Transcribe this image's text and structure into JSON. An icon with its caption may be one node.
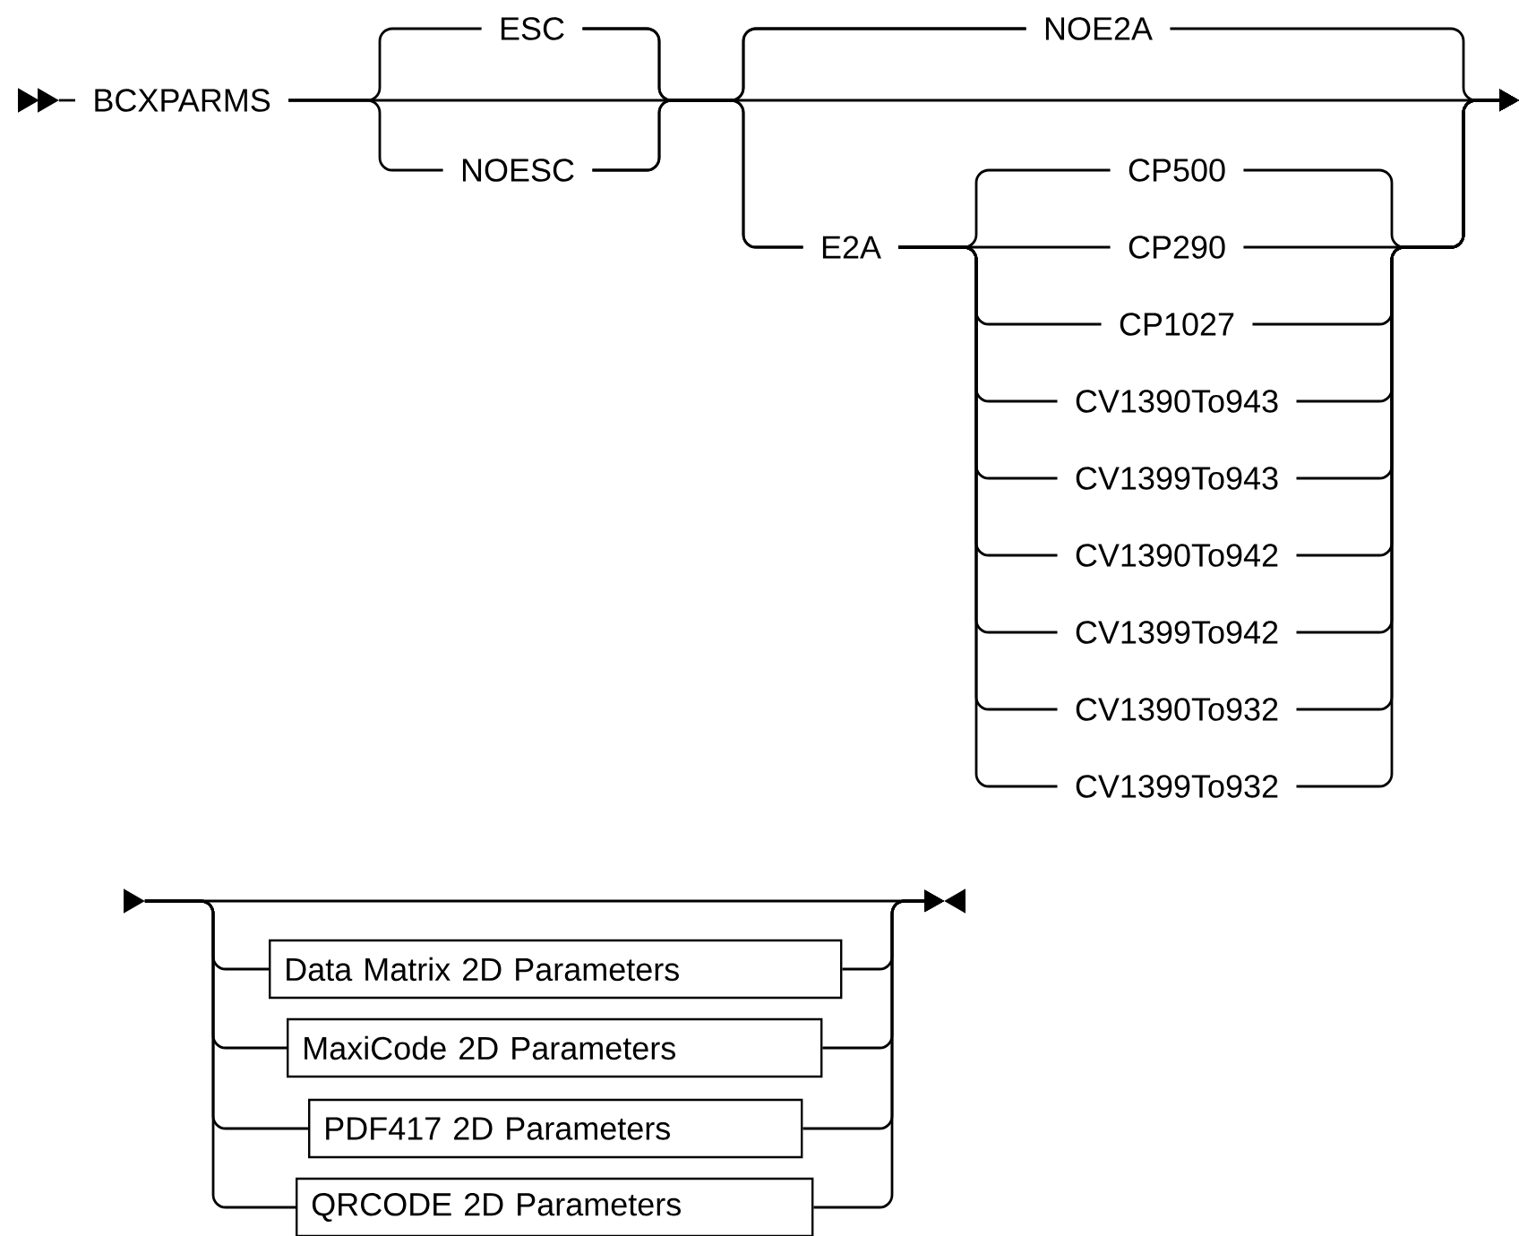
{
  "diagram": {
    "nodes": [
      {
        "text": [
          "BCXPARMS"
        ]
      },
      {
        "text": [
          "ESC"
        ]
      },
      {
        "text": [
          "NOESC"
        ]
      },
      {
        "text": [
          "NOE2A"
        ]
      },
      {
        "text": [
          "E2A"
        ]
      },
      {
        "text": [
          "CP500"
        ]
      },
      {
        "text": [
          "CP290"
        ]
      },
      {
        "text": [
          "CP1027"
        ]
      },
      {
        "text": [
          "CV1390To943"
        ]
      },
      {
        "text": [
          "CV1399To943"
        ]
      },
      {
        "text": [
          "CV1390To942"
        ]
      },
      {
        "text": [
          "CV1399To942"
        ]
      },
      {
        "text": [
          "CV1390To932"
        ]
      },
      {
        "text": [
          "CV1399To932"
        ]
      },
      {
        "text": [
          "Data Matrix 2D Parameters"
        ]
      },
      {
        "text": [
          "MaxiCode 2D Parameters"
        ]
      },
      {
        "text": [
          "PDF417 2D Parameters"
        ]
      },
      {
        "text": [
          "QRCODE 2D Parameters"
        ]
      },
      {
        "text": [],
        "shape": "triangle"
      },
      {
        "text": [],
        "shape": "triangle"
      },
      {
        "text": [],
        "shape": "triangle"
      },
      {
        "text": [],
        "shape": "triangle"
      }
    ],
    "edges": [
      {
        "from": 0,
        "to": 1,
        "arrow": "none"
      },
      {
        "from": 0,
        "to": 2,
        "arrow": "none"
      },
      {
        "from": 0,
        "to": null,
        "arrow": "to"
      },
      {
        "from": 1,
        "to": 3,
        "arrow": "none"
      },
      {
        "from": 1,
        "to": 4,
        "arrow": "none"
      },
      {
        "from": 2,
        "to": 3,
        "arrow": "none"
      },
      {
        "from": 2,
        "to": 4,
        "arrow": "none"
      },
      {
        "from": 3,
        "to": null,
        "arrow": "to"
      },
      {
        "from": 4,
        "to": 5,
        "arrow": "none"
      },
      {
        "from": 4,
        "to": 6,
        "arrow": "none"
      },
      {
        "from": 4,
        "to": 7,
        "arrow": "none"
      },
      {
        "from": 4,
        "to": 8,
        "arrow": "none"
      },
      {
        "from": 4,
        "to": 9,
        "arrow": "none"
      },
      {
        "from": 4,
        "to": 10,
        "arrow": "none"
      },
      {
        "from": 4,
        "to": 11,
        "arrow": "none"
      },
      {
        "from": 4,
        "to": 12,
        "arrow": "none"
      },
      {
        "from": 4,
        "to": 13,
        "arrow": "none"
      },
      {
        "from": 5,
        "to": null,
        "arrow": "to"
      },
      {
        "from": 6,
        "to": null,
        "arrow": "to"
      },
      {
        "from": 7,
        "to": null,
        "arrow": "to"
      },
      {
        "from": 8,
        "to": null,
        "arrow": "to"
      },
      {
        "from": 9,
        "to": null,
        "arrow": "to"
      },
      {
        "from": 10,
        "to": null,
        "arrow": "to"
      },
      {
        "from": 11,
        "to": null,
        "arrow": "to"
      },
      {
        "from": 12,
        "to": null,
        "arrow": "to"
      },
      {
        "from": 13,
        "to": null,
        "arrow": "to"
      },
      {
        "from": 18,
        "to": 14,
        "arrow": "none"
      },
      {
        "from": 14,
        "to": 19,
        "arrow": "to"
      },
      {
        "from": 18,
        "to": 15,
        "arrow": "none"
      },
      {
        "from": 15,
        "to": 19,
        "arrow": "to"
      },
      {
        "from": 18,
        "to": 16,
        "arrow": "none"
      },
      {
        "from": 16,
        "to": 19,
        "arrow": "to"
      },
      {
        "from": 18,
        "to": 17,
        "arrow": "none"
      },
      {
        "from": 17,
        "to": 19,
        "arrow": "to"
      },
      {
        "from": 18,
        "to": 19,
        "arrow": "to"
      },
      {
        "from": 21,
        "to": 0,
        "arrow": "none"
      }
    ]
  }
}
